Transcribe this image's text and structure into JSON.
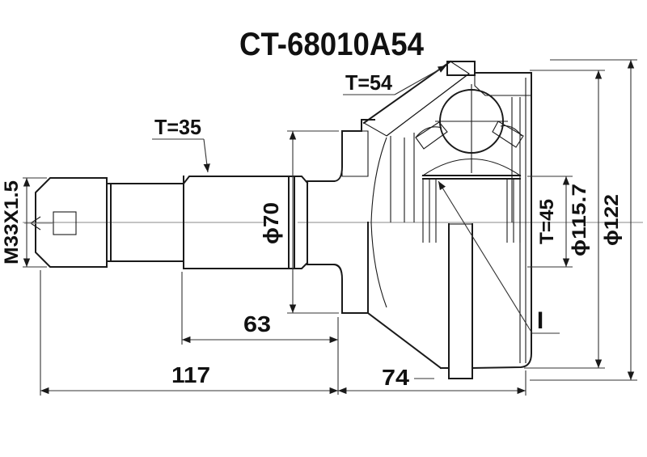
{
  "drawing": {
    "part_number": "CT-68010A54",
    "dimensions": {
      "outer_spline": "T=54",
      "shaft_spline": "T=35",
      "inner_spline": "T=45",
      "thread": "M33X1.5",
      "boot_seat_dia": "ϕ70",
      "groove_dia": "ϕ115.7",
      "outer_dia": "ϕ122",
      "spline_length": "63",
      "overall_shaft_length": "117",
      "joint_length": "74",
      "section_label": "I"
    },
    "colors": {
      "line": "#1a1a1a",
      "background": "#ffffff"
    }
  }
}
